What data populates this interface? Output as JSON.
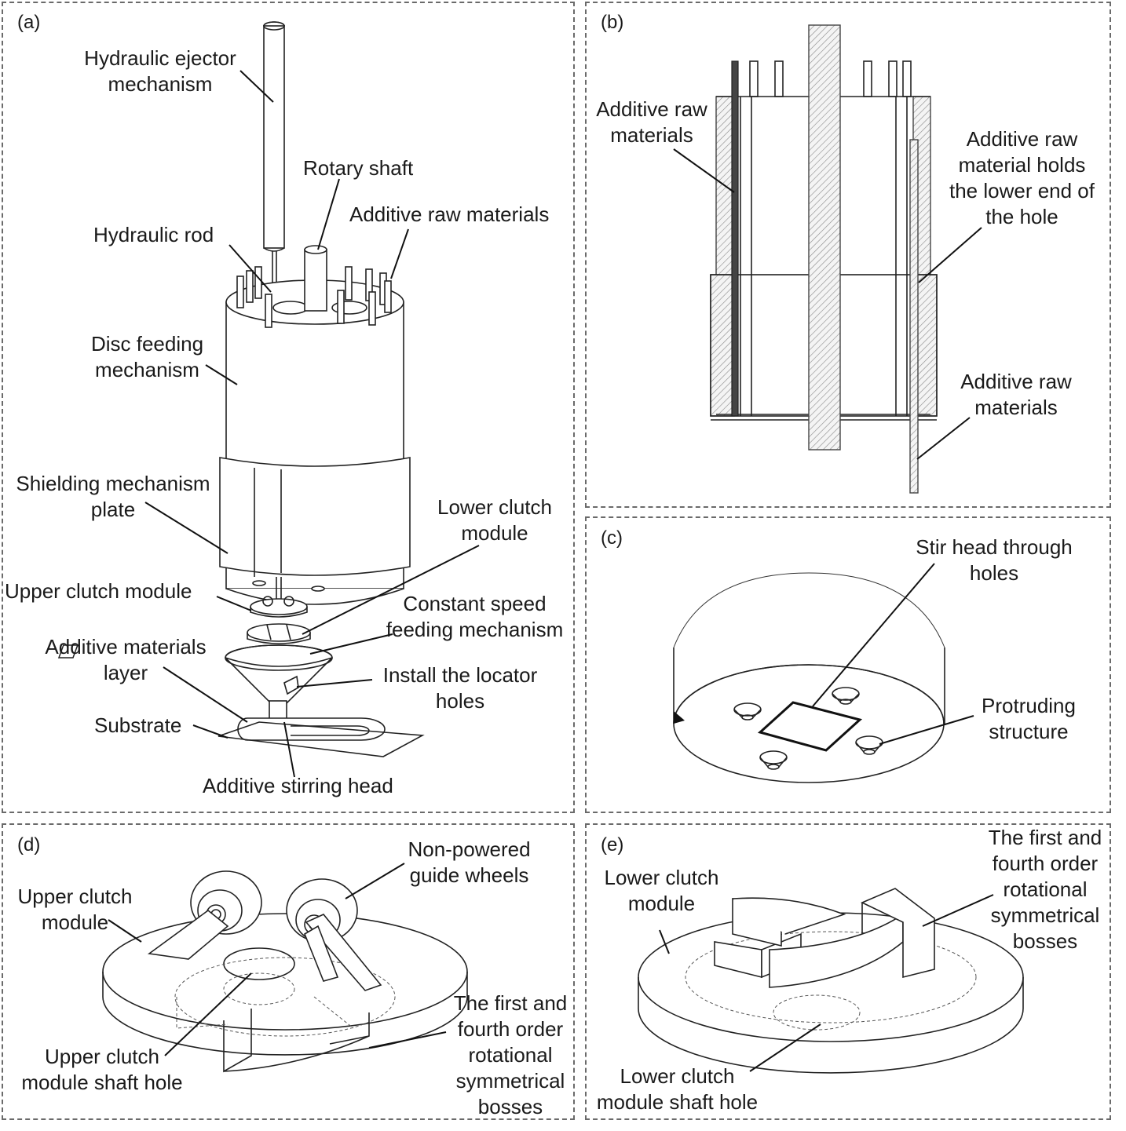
{
  "panels": {
    "a": {
      "tag": "(a)",
      "labels": {
        "hydraulic_ejector": [
          "Hydraulic ejector",
          "mechanism"
        ],
        "rotary_shaft": "Rotary shaft",
        "hydraulic_rod": "Hydraulic rod",
        "additive_raw": "Additive raw materials",
        "disc_feeding": [
          "Disc feeding",
          "mechanism"
        ],
        "shielding": [
          "Shielding mechanism",
          "plate"
        ],
        "lower_clutch": [
          "Lower clutch",
          "module"
        ],
        "upper_clutch": "Upper clutch module",
        "constant_speed": [
          "Constant speed",
          "feeding mechanism"
        ],
        "additive_layer": [
          "Additive materials",
          "layer"
        ],
        "locator_holes": [
          "Install the locator",
          "holes"
        ],
        "substrate": "Substrate",
        "stirring_head": "Additive stirring head"
      }
    },
    "b": {
      "tag": "(b)",
      "labels": {
        "raw_left": [
          "Additive raw",
          "materials"
        ],
        "raw_hold": [
          "Additive raw",
          "material holds",
          "the lower end of",
          "the hole"
        ],
        "raw_bottom": [
          "Additive raw",
          "materials"
        ]
      }
    },
    "c": {
      "tag": "(c)",
      "labels": {
        "stir_head": [
          "Stir head through",
          "holes"
        ],
        "protruding": [
          "Protruding",
          "structure"
        ]
      }
    },
    "d": {
      "tag": "(d)",
      "labels": {
        "guide_wheels": [
          "Non-powered",
          "guide wheels"
        ],
        "upper_clutch": [
          "Upper clutch",
          "module"
        ],
        "bosses": [
          "The first and",
          "fourth order",
          "rotational",
          "symmetrical",
          "bosses"
        ],
        "shaft_hole": [
          "Upper clutch",
          "module shaft hole"
        ]
      }
    },
    "e": {
      "tag": "(e)",
      "labels": {
        "lower_clutch": [
          "Lower clutch",
          "module"
        ],
        "bosses": [
          "The first and",
          "fourth order",
          "rotational",
          "symmetrical",
          "bosses"
        ],
        "shaft_hole": [
          "Lower clutch",
          "module shaft hole"
        ]
      }
    }
  }
}
